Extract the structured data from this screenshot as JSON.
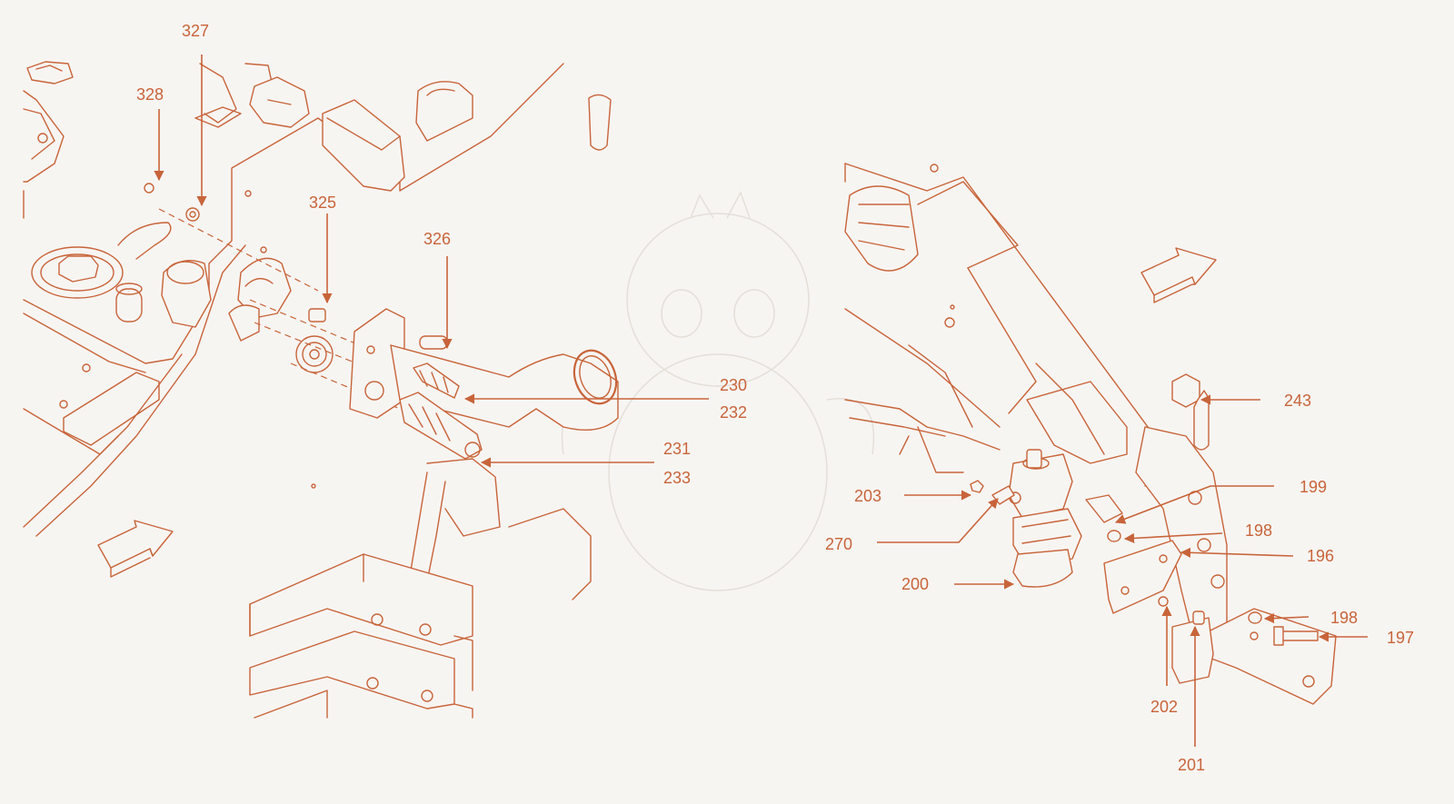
{
  "colors": {
    "line": "#c8643a",
    "background": "#f7f5f2"
  },
  "icons": [
    "direction-arrow-icon",
    "direction-arrow-icon"
  ],
  "callouts": {
    "c327": "327",
    "c328": "328",
    "c325": "325",
    "c326": "326",
    "c230": "230",
    "c232": "232",
    "c231": "231",
    "c233": "233",
    "c243": "243",
    "c199": "199",
    "c203": "203",
    "c198a": "198",
    "c270": "270",
    "c196": "196",
    "c200": "200",
    "c198b": "198",
    "c197": "197",
    "c202": "202",
    "c201": "201"
  }
}
